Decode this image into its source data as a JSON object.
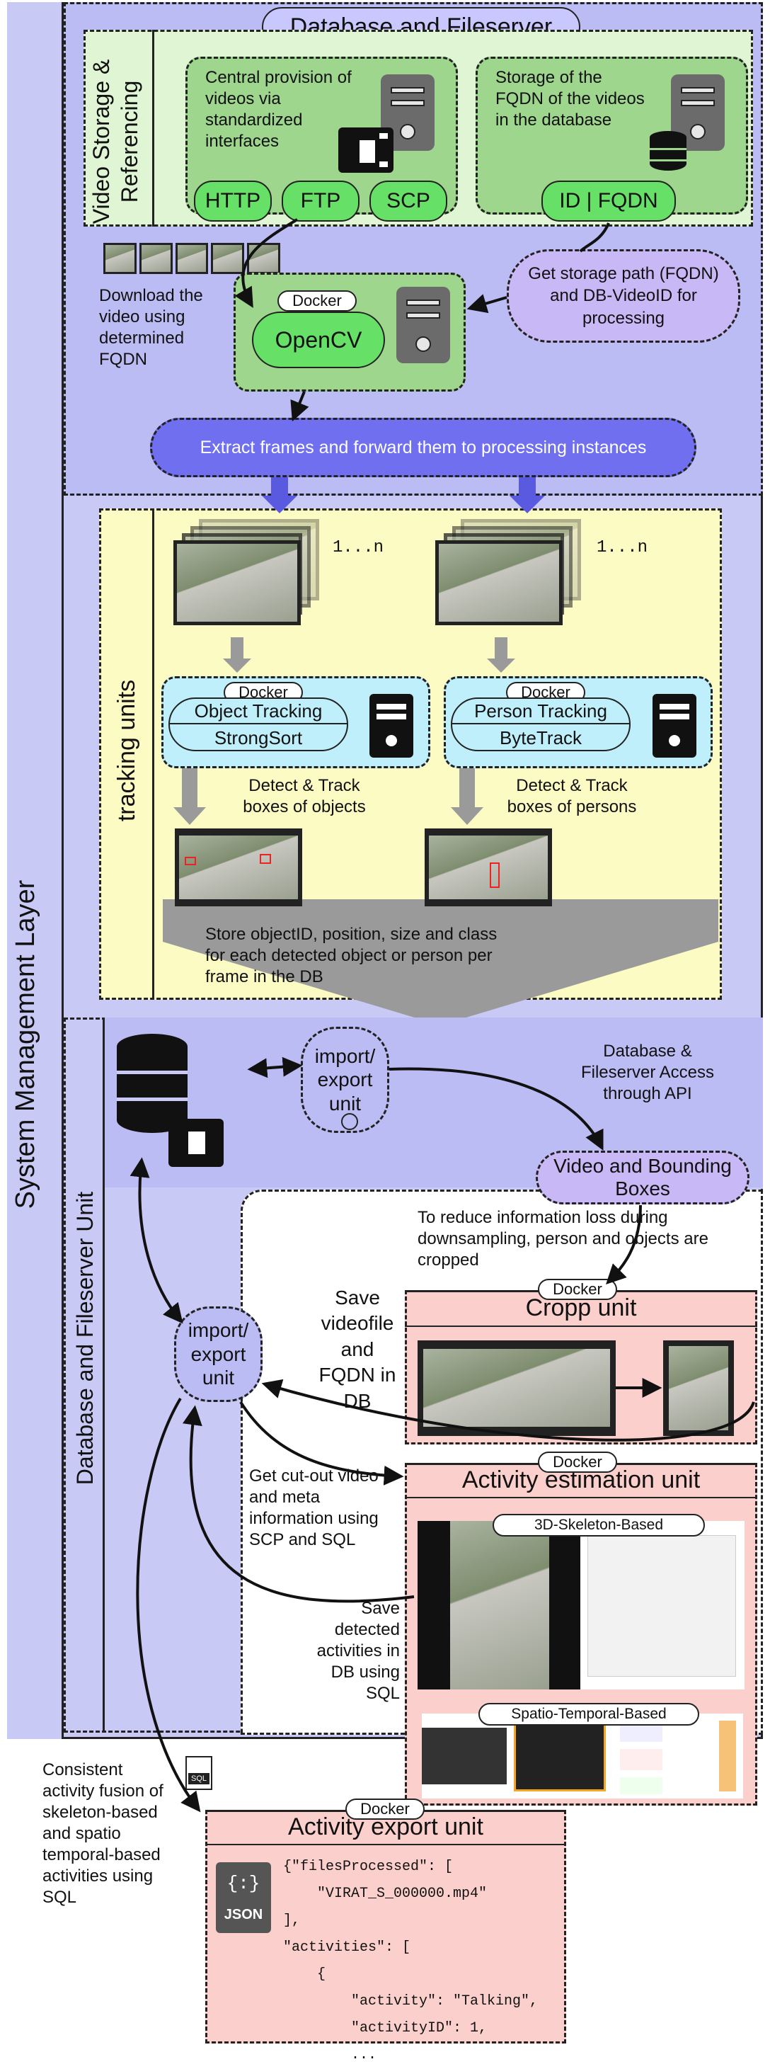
{
  "system_layer": {
    "label": "System Management Layer"
  },
  "db_fileserver_header": "Database and Fileserver",
  "video_storage": {
    "label": "Video Storage & Referencing",
    "central": "Central provision of videos via standardized interfaces",
    "storage_fqdn": "Storage of the FQDN of the videos in the database",
    "protocols": [
      "HTTP",
      "FTP",
      "SCP"
    ],
    "id_fqdn": "ID | FQDN"
  },
  "download_text": "Download the video using determined FQDN",
  "docker_label": "Docker",
  "opencv_label": "OpenCV",
  "get_storage_path": "Get storage path (FQDN) and DB-VideoID for processing",
  "extract_frames": "Extract frames and forward them to processing instances",
  "tracking_units": {
    "label": "tracking units",
    "count_label": "1...n",
    "object": {
      "title": "Object Tracking",
      "algo": "StrongSort",
      "detect": "Detect & Track boxes of objects"
    },
    "person": {
      "title": "Person Tracking",
      "algo": "ByteTrack",
      "detect": "Detect & Track boxes of persons"
    },
    "store_text": "Store objectID, position, size and class for each detected object or person per frame in the DB"
  },
  "db_unit": {
    "label": "Database and Fileserver Unit",
    "import_export": "import/ export unit",
    "api_access": "Database & Fileserver Access through API",
    "video_bbox": "Video and Bounding Boxes",
    "reduce_info": "To reduce information loss during downsampling, person and objects are cropped",
    "save_videofile": "Save videofile and FQDN in DB",
    "get_cutout": "Get cut-out video and meta information using SCP and SQL",
    "save_detected": "Save detected activities in DB using SQL"
  },
  "cropp_unit": {
    "title": "Cropp unit"
  },
  "activity_estimation": {
    "title": "Activity estimation unit",
    "skeleton": "3D-Skeleton-Based",
    "spatio": "Spatio-Temporal-Based"
  },
  "fusion_text": "Consistent activity fusion of skeleton-based and spatio temporal-based activities using SQL",
  "sql_icon_label": "SQL",
  "activity_export": {
    "title": "Activity export unit",
    "json_icon_label": "JSON",
    "json_braces": "{:}",
    "code_lines": [
      "{\"filesProcessed\": [",
      "    \"VIRAT_S_000000.mp4\"",
      "],",
      "\"activities\": [",
      "    {",
      "        \"activity\": \"Talking\",",
      "        \"activityID\": 1,",
      "        ..."
    ]
  },
  "colors": {
    "outer_layer": "#c9c9f5",
    "db_region": "#bcbcf5",
    "green_region": "#dff5d4",
    "green_box": "#9ed68e",
    "green_btn": "#66e066",
    "purple_box": "#c8b8f5",
    "blue_pill": "#6f6ff0",
    "yellow_region": "#fdfbc4",
    "cyan_box": "#bfeffa",
    "pink_box": "#fbd0cc",
    "gray_funnel": "#9a9a9a"
  }
}
